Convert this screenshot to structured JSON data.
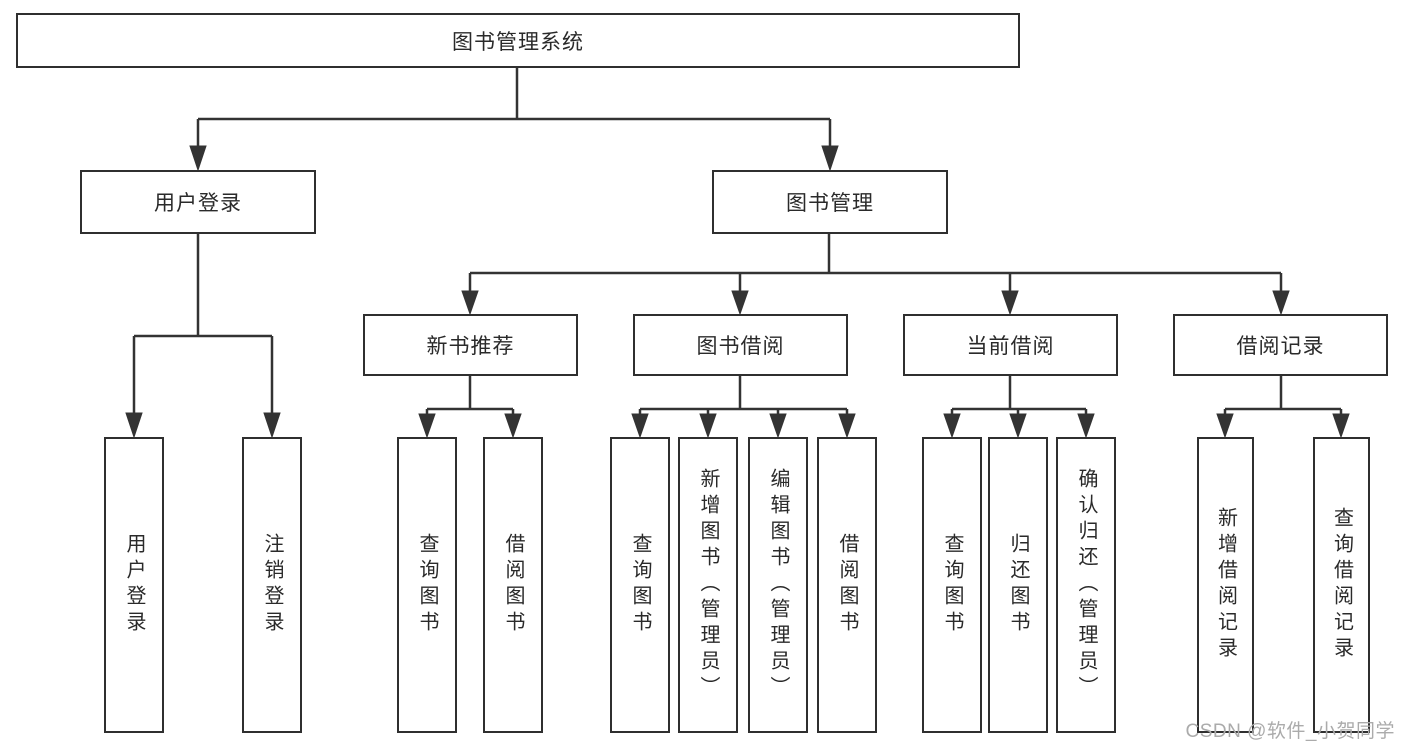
{
  "diagram": {
    "root": {
      "label": "图书管理系统"
    },
    "branches": [
      {
        "label": "用户登录",
        "children": [
          {
            "label": "用户登录"
          },
          {
            "label": "注销登录"
          }
        ]
      },
      {
        "label": "图书管理",
        "children": [
          {
            "label": "新书推荐",
            "children": [
              {
                "label": "查询图书"
              },
              {
                "label": "借阅图书"
              }
            ]
          },
          {
            "label": "图书借阅",
            "children": [
              {
                "label": "查询图书"
              },
              {
                "label": "新增图书（管理员）"
              },
              {
                "label": "编辑图书（管理员）"
              },
              {
                "label": "借阅图书"
              }
            ]
          },
          {
            "label": "当前借阅",
            "children": [
              {
                "label": "查询图书"
              },
              {
                "label": "归还图书"
              },
              {
                "label": "确认归还（管理员）"
              }
            ]
          },
          {
            "label": "借阅记录",
            "children": [
              {
                "label": "新增借阅记录"
              },
              {
                "label": "查询借阅记录"
              }
            ]
          }
        ]
      }
    ]
  },
  "watermark": {
    "text": "CSDN @软件_小贺同学"
  },
  "colors": {
    "line": "#333333",
    "box_border": "#2f2f2f",
    "text": "#2a2a2a",
    "background": "#ffffff",
    "watermark": "#ababab"
  }
}
